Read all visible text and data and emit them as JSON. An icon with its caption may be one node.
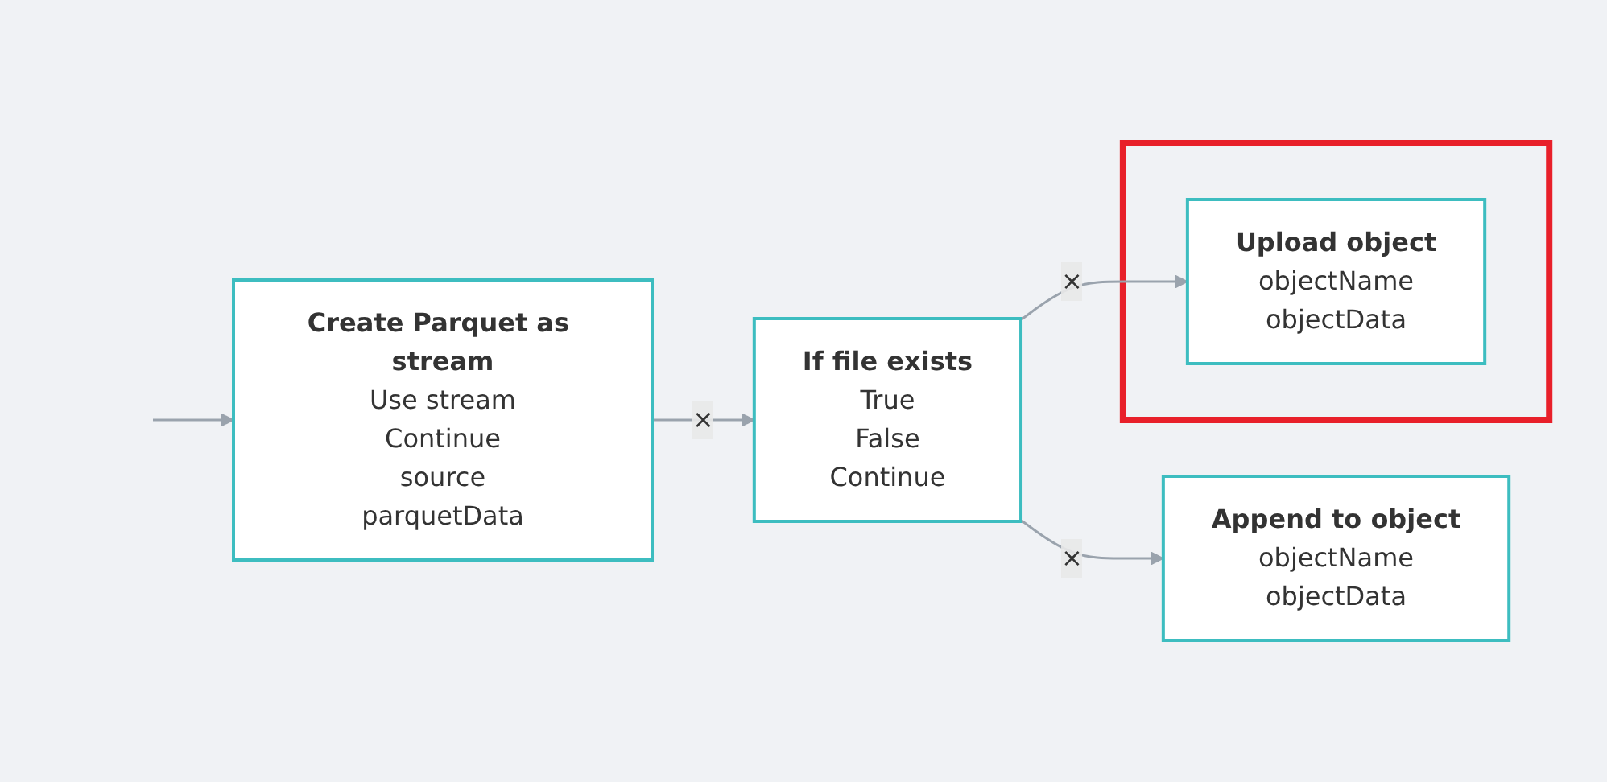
{
  "diagram": {
    "nodes": [
      {
        "text": [
          "Create Parquet as stream",
          "Use stream",
          "Continue",
          "source",
          "parquetData"
        ]
      },
      {
        "text": [
          "If file exists",
          "True",
          "False",
          "Continue"
        ]
      },
      {
        "text": [
          "Append to object",
          "objectName",
          "objectData"
        ]
      },
      {
        "text": [],
        "shape": "box"
      },
      {
        "text": [
          "Upload object",
          "objectName",
          "objectData"
        ],
        "in": 3
      }
    ],
    "edges": [
      {
        "from": null,
        "to": 0,
        "arrow": "to"
      },
      {
        "from": 0,
        "to": 1,
        "arrow": "to",
        "label": "×"
      },
      {
        "from": 1,
        "to": 2,
        "arrow": "to",
        "label": "×"
      },
      {
        "from": 1,
        "to": 4,
        "arrow": "to",
        "label": "×"
      }
    ]
  }
}
